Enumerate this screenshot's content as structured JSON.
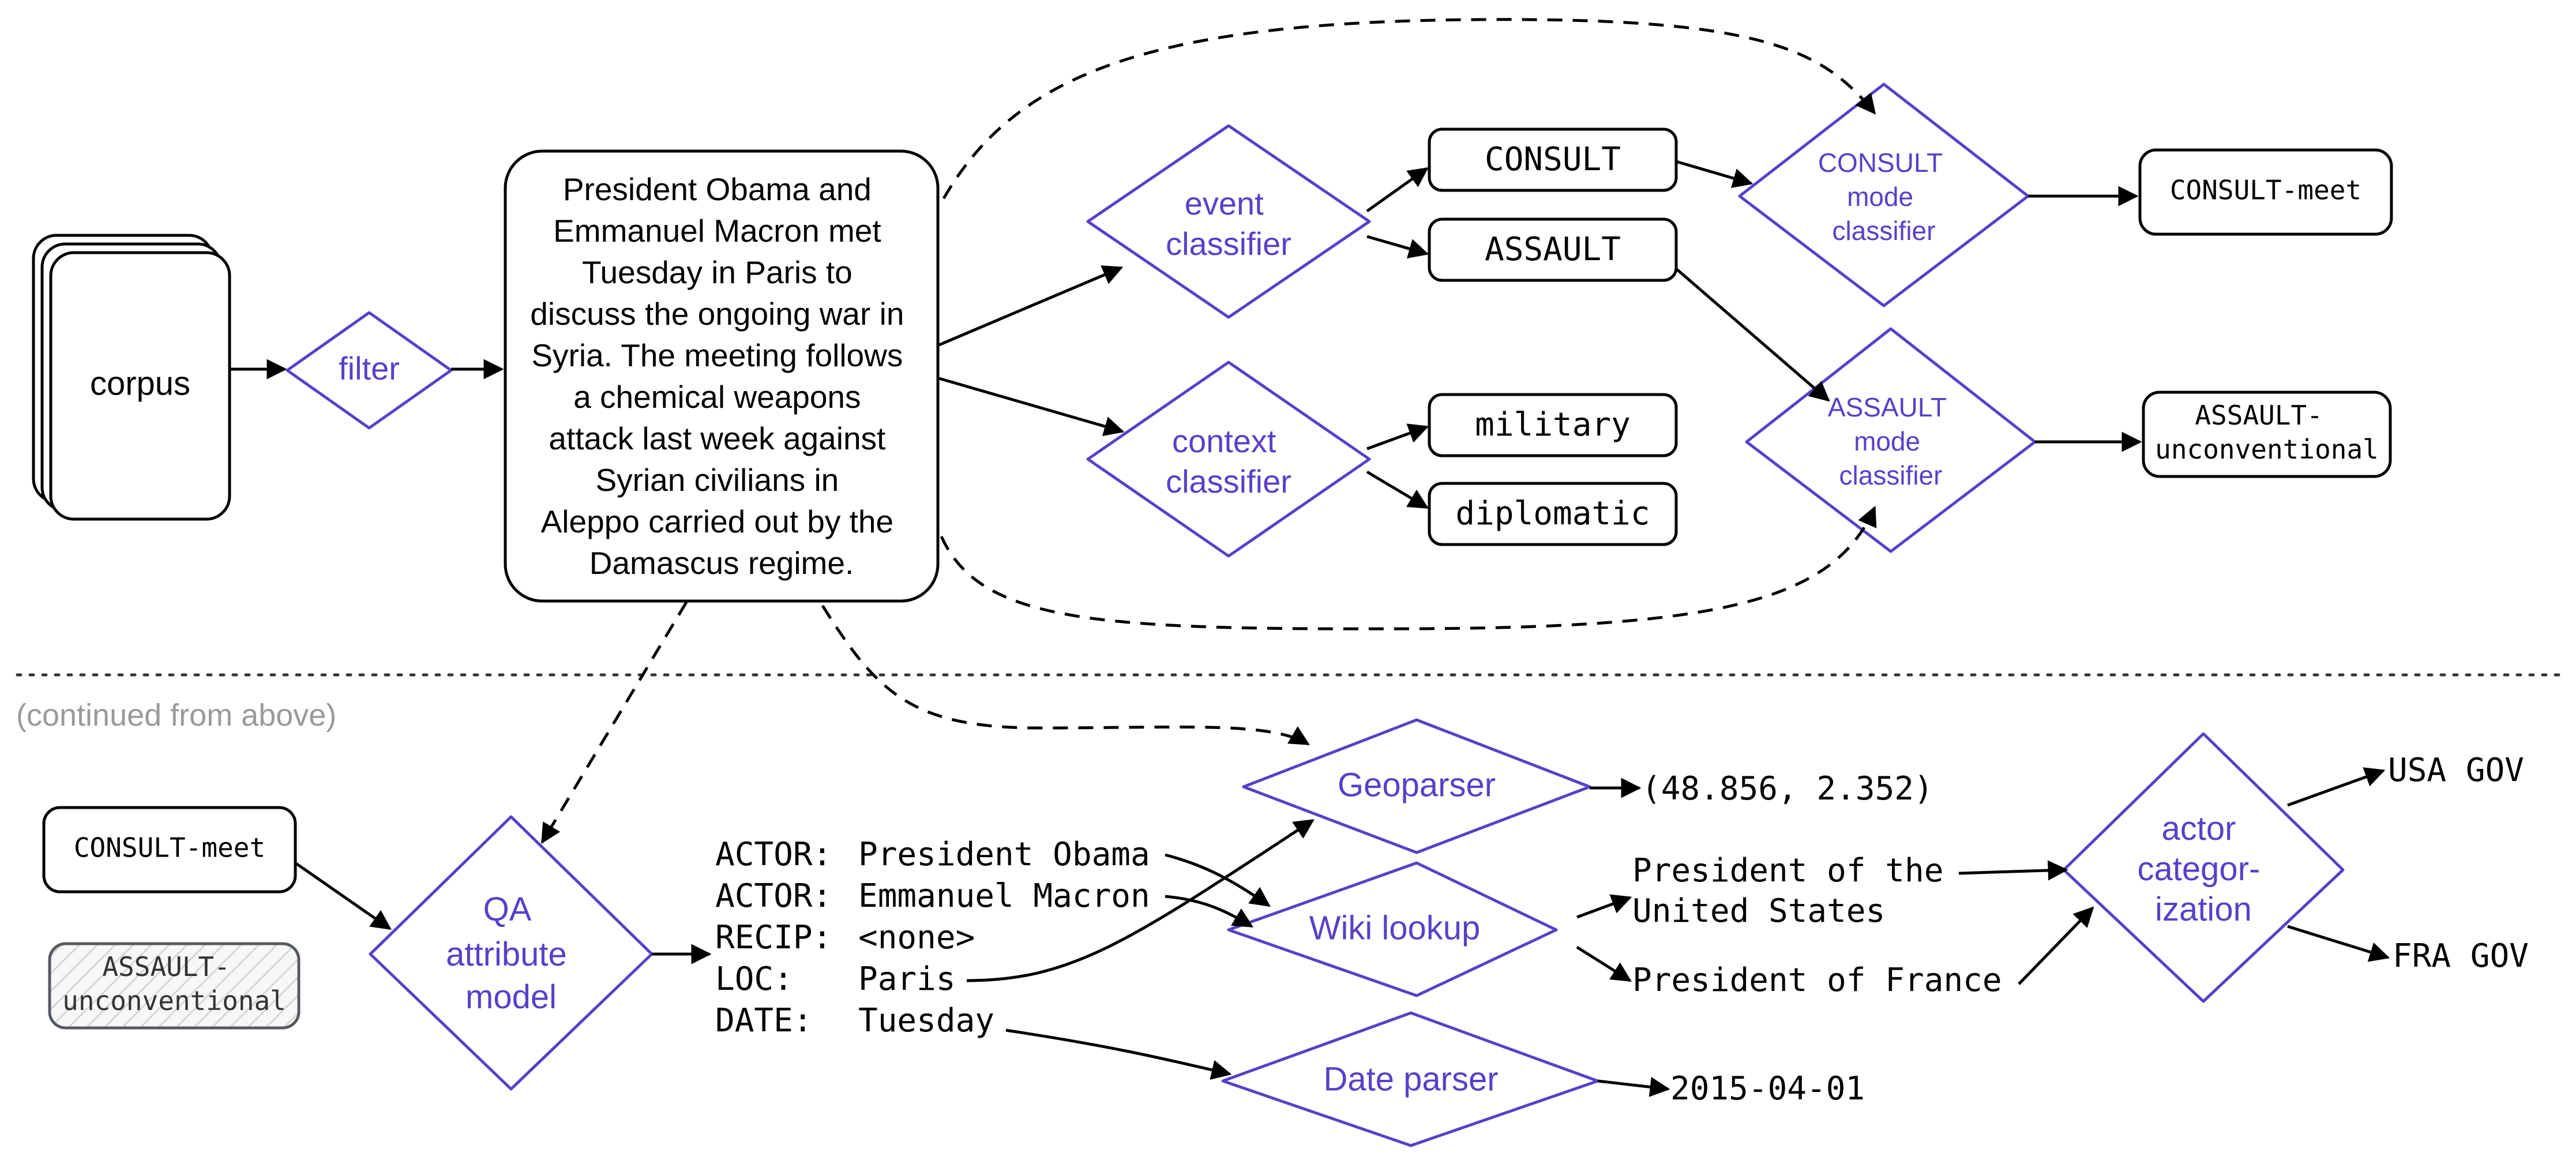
{
  "colors": {
    "accent": "#5a3fc8",
    "stroke": "#000000",
    "muted_text": "#9a9a9a",
    "hatch": "#d6d6d6"
  },
  "nodes": {
    "corpus": "corpus",
    "filter": "filter",
    "document_lines": [
      "President Obama and",
      "Emmanuel Macron met",
      "Tuesday in Paris to",
      "discuss the ongoing war in",
      "Syria. The meeting follows",
      "a chemical weapons",
      "attack last week against",
      "Syrian civilians in",
      "Aleppo carried out by the",
      "Damascus regime."
    ],
    "event_classifier": [
      "event",
      "classifier"
    ],
    "context_classifier": [
      "context",
      "classifier"
    ],
    "consult": "CONSULT",
    "assault": "ASSAULT",
    "military": "military",
    "diplomatic": "diplomatic",
    "consult_mode_classifier": [
      "CONSULT",
      "mode",
      "classifier"
    ],
    "assault_mode_classifier": [
      "ASSAULT",
      "mode",
      "classifier"
    ],
    "consult_meet": "CONSULT-meet",
    "assault_unconventional": [
      "ASSAULT-",
      "unconventional"
    ]
  },
  "lower": {
    "continued_label": "(continued from above)",
    "consult_meet": "CONSULT-meet",
    "assault_unconventional": [
      "ASSAULT-",
      "unconventional"
    ],
    "qa_model": [
      "QA",
      "attribute",
      "model"
    ],
    "attributes": [
      {
        "key": "ACTOR:",
        "value": "President Obama"
      },
      {
        "key": "ACTOR:",
        "value": "Emmanuel Macron"
      },
      {
        "key": "RECIP:",
        "value": "<none>"
      },
      {
        "key": "LOC:",
        "value": "Paris"
      },
      {
        "key": "DATE:",
        "value": "Tuesday"
      }
    ],
    "geoparser": "Geoparser",
    "wiki_lookup": "Wiki lookup",
    "date_parser": "Date parser",
    "coordinates": "(48.856, 2.352)",
    "president_us": [
      "President of the",
      "United States"
    ],
    "president_fr": "President of France",
    "date_value": "2015-04-01",
    "actor_categorization": [
      "actor",
      "categor-",
      "ization"
    ],
    "usa_gov": "USA GOV",
    "fra_gov": "FRA GOV"
  }
}
